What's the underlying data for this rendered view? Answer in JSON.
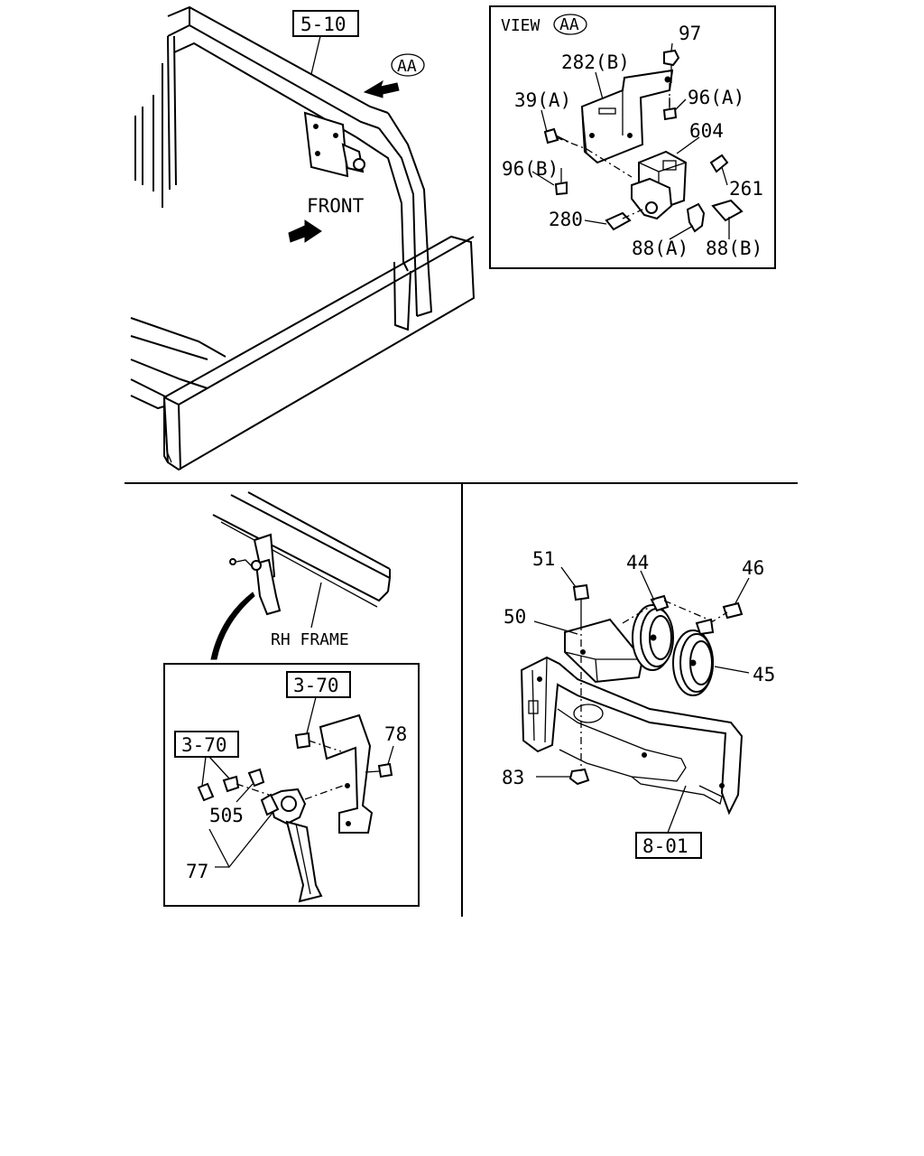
{
  "top_left": {
    "ref_box": "5-10",
    "view_callout": "AA",
    "front_label": "FRONT"
  },
  "view_aa": {
    "title": "VIEW",
    "title_tag": "AA",
    "labels": {
      "p97": "97",
      "p282b": "282(B)",
      "p96a": "96(A)",
      "p39a": "39(A)",
      "p604": "604",
      "p96b": "96(B)",
      "p261": "261",
      "p280": "280",
      "p88a": "88(A)",
      "p88b": "88(B)"
    }
  },
  "bottom_left": {
    "rh_frame": "RH FRAME",
    "ref_box_1": "3-70",
    "ref_box_2": "3-70",
    "labels": {
      "p78": "78",
      "p505": "505",
      "p77": "77"
    }
  },
  "bottom_right": {
    "ref_box": "8-01",
    "labels": {
      "p51": "51",
      "p44": "44",
      "p46": "46",
      "p50": "50",
      "p45": "45",
      "p83": "83"
    }
  },
  "colors": {
    "line": "#000000",
    "background": "#ffffff"
  }
}
